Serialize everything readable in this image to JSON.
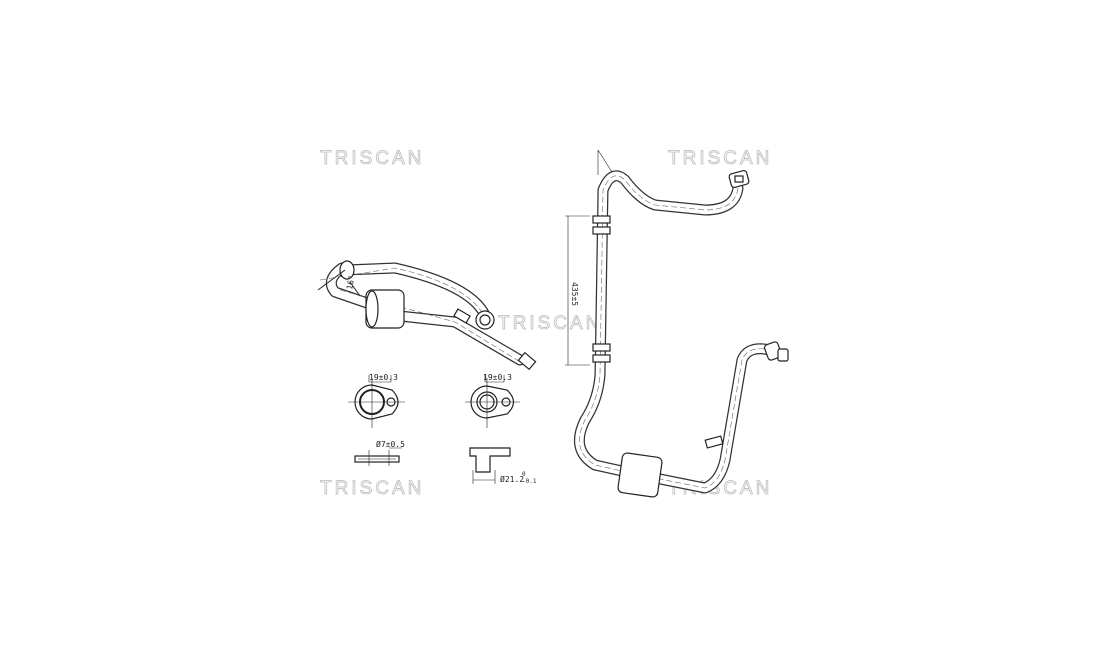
{
  "watermark": "TRISCAN",
  "dimensions": {
    "flange_a_width": "19±0.3",
    "flange_b_width": "19±0.3",
    "hole_diameter": "Ø7±0.5",
    "bore_diameter": "Ø21.2",
    "bore_tol_upper": "0",
    "bore_tol_lower": "-0.1",
    "bend_angle": "16°",
    "pipe_length": "435±5"
  }
}
